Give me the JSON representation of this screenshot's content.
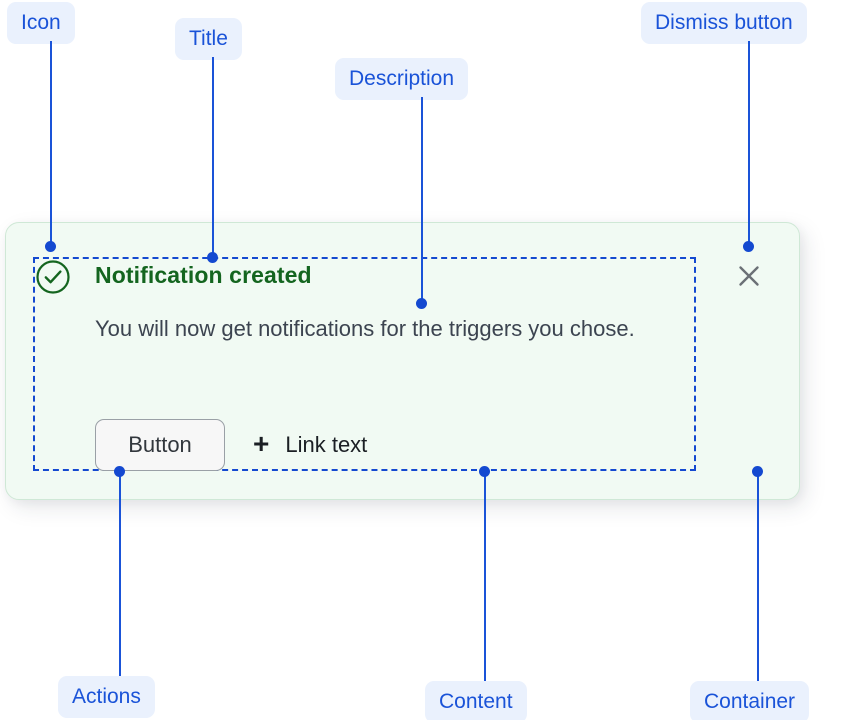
{
  "notification": {
    "container_bg": "#f1faf3",
    "container_border": "#cfe8d6",
    "icon": "check-circle-icon",
    "icon_color": "#14651f",
    "title": "Notification created",
    "title_color": "#14651f",
    "description": "You will now get notifications for the triggers you chose.",
    "actions": {
      "button_label": "Button",
      "link_icon": "plus-icon",
      "link_glyph": "+",
      "link_label": "Link text"
    },
    "dismiss": {
      "icon": "close-x-icon",
      "glyph": "✕",
      "color": "#6b7076"
    }
  },
  "annotations": {
    "accent_color": "#1a53d8",
    "chip_bg": "#eaf1fd",
    "labels": [
      {
        "id": "icon",
        "text": "Icon"
      },
      {
        "id": "title",
        "text": "Title"
      },
      {
        "id": "description",
        "text": "Description"
      },
      {
        "id": "dismiss",
        "text": "Dismiss button"
      },
      {
        "id": "actions",
        "text": "Actions"
      },
      {
        "id": "content",
        "text": "Content"
      },
      {
        "id": "container",
        "text": "Container"
      }
    ]
  }
}
